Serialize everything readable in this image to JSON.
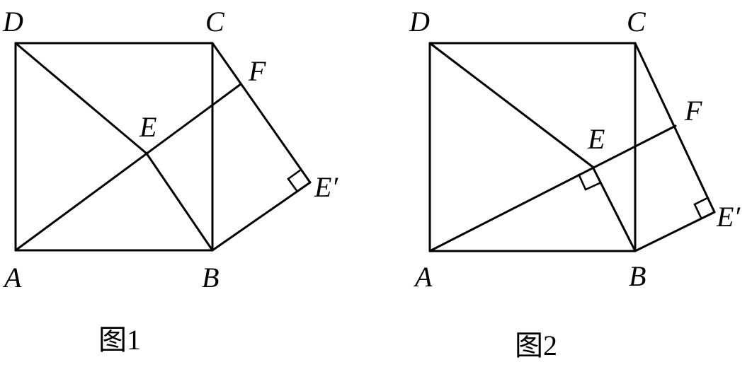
{
  "figures": [
    {
      "caption": "图1",
      "labels": {
        "D": "D",
        "C": "C",
        "F": "F",
        "E": "E",
        "Ep": "E′",
        "A": "A",
        "B": "B"
      }
    },
    {
      "caption": "图2",
      "labels": {
        "D": "D",
        "C": "C",
        "F": "F",
        "E": "E",
        "Ep": "E′",
        "A": "A",
        "B": "B"
      }
    }
  ]
}
